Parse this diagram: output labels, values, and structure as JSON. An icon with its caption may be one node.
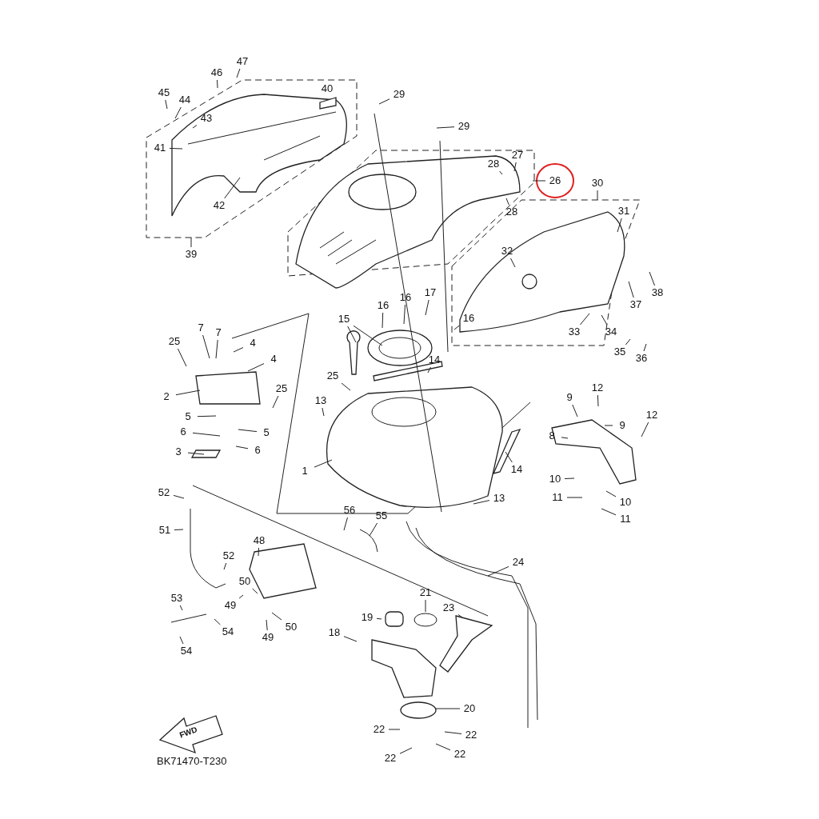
{
  "diagram": {
    "nodes": [
      {
        "text": [
          "47"
        ]
      },
      {
        "text": [
          "46"
        ]
      },
      {
        "text": [
          "45"
        ]
      },
      {
        "text": [
          "44"
        ]
      },
      {
        "text": [
          "43"
        ]
      },
      {
        "text": [
          "41"
        ]
      },
      {
        "text": [
          "42"
        ]
      },
      {
        "text": [
          "40"
        ]
      },
      {
        "text": [
          "39"
        ]
      },
      {
        "text": [
          "29"
        ]
      },
      {
        "text": [
          "29"
        ]
      },
      {
        "text": [
          "28"
        ]
      },
      {
        "text": [
          "27"
        ]
      },
      {
        "text": [
          "26"
        ]
      },
      {
        "text": [
          "28"
        ]
      },
      {
        "text": [
          "30"
        ]
      },
      {
        "text": [
          "31"
        ]
      },
      {
        "text": [
          "32"
        ]
      },
      {
        "text": [
          "38"
        ]
      },
      {
        "text": [
          "37"
        ]
      },
      {
        "text": [
          "33"
        ]
      },
      {
        "text": [
          "34"
        ]
      },
      {
        "text": [
          "35"
        ]
      },
      {
        "text": [
          "36"
        ]
      },
      {
        "text": [
          "17"
        ]
      },
      {
        "text": [
          "16"
        ]
      },
      {
        "text": [
          "16"
        ]
      },
      {
        "text": [
          "16"
        ]
      },
      {
        "text": [
          "15"
        ]
      },
      {
        "text": [
          "14"
        ]
      },
      {
        "text": [
          "4"
        ]
      },
      {
        "text": [
          "4"
        ]
      },
      {
        "text": [
          "7"
        ]
      },
      {
        "text": [
          "7"
        ]
      },
      {
        "text": [
          "25"
        ]
      },
      {
        "text": [
          "2"
        ]
      },
      {
        "text": [
          "25"
        ]
      },
      {
        "text": [
          "5"
        ]
      },
      {
        "text": [
          "6"
        ]
      },
      {
        "text": [
          "5"
        ]
      },
      {
        "text": [
          "6"
        ]
      },
      {
        "text": [
          "3"
        ]
      },
      {
        "text": [
          "25"
        ]
      },
      {
        "text": [
          "13"
        ]
      },
      {
        "text": [
          "1"
        ]
      },
      {
        "text": [
          "14"
        ]
      },
      {
        "text": [
          "13"
        ]
      },
      {
        "text": [
          "12"
        ]
      },
      {
        "text": [
          "9"
        ]
      },
      {
        "text": [
          "9"
        ]
      },
      {
        "text": [
          "8"
        ]
      },
      {
        "text": [
          "12"
        ]
      },
      {
        "text": [
          "10"
        ]
      },
      {
        "text": [
          "10"
        ]
      },
      {
        "text": [
          "11"
        ]
      },
      {
        "text": [
          "11"
        ]
      },
      {
        "text": [
          "52"
        ]
      },
      {
        "text": [
          "51"
        ]
      },
      {
        "text": [
          "56"
        ]
      },
      {
        "text": [
          "55"
        ]
      },
      {
        "text": [
          "48"
        ]
      },
      {
        "text": [
          "52"
        ]
      },
      {
        "text": [
          "53"
        ]
      },
      {
        "text": [
          "49"
        ]
      },
      {
        "text": [
          "50"
        ]
      },
      {
        "text": [
          "54"
        ]
      },
      {
        "text": [
          "49"
        ]
      },
      {
        "text": [
          "50"
        ]
      },
      {
        "text": [
          "54"
        ]
      },
      {
        "text": [
          "24"
        ]
      },
      {
        "text": [
          "21"
        ]
      },
      {
        "text": [
          "23"
        ]
      },
      {
        "text": [
          "19"
        ]
      },
      {
        "text": [
          "18"
        ]
      },
      {
        "text": [
          "20"
        ]
      },
      {
        "text": [
          "22"
        ]
      },
      {
        "text": [
          "22"
        ]
      },
      {
        "text": [
          "22"
        ]
      },
      {
        "text": [
          "22"
        ]
      }
    ],
    "edges": [
      {
        "from": 0,
        "to": null,
        "arrow": "none"
      },
      {
        "from": 1,
        "to": null,
        "arrow": "none"
      },
      {
        "from": 2,
        "to": null,
        "arrow": "none"
      },
      {
        "from": 3,
        "to": null,
        "arrow": "none"
      },
      {
        "from": 4,
        "to": null,
        "arrow": "none"
      },
      {
        "from": 5,
        "to": null,
        "arrow": "none"
      },
      {
        "from": 6,
        "to": null,
        "arrow": "none"
      },
      {
        "from": 8,
        "to": null,
        "arrow": "none"
      },
      {
        "from": 9,
        "to": null,
        "arrow": "none"
      },
      {
        "from": 10,
        "to": null,
        "arrow": "none"
      },
      {
        "from": 11,
        "to": null,
        "arrow": "none"
      },
      {
        "from": 12,
        "to": null,
        "arrow": "none"
      },
      {
        "from": 13,
        "to": null,
        "arrow": "none"
      },
      {
        "from": 14,
        "to": null,
        "arrow": "none"
      },
      {
        "from": 15,
        "to": null,
        "arrow": "none"
      },
      {
        "from": 16,
        "to": null,
        "arrow": "none"
      },
      {
        "from": 17,
        "to": null,
        "arrow": "none"
      },
      {
        "from": 18,
        "to": null,
        "arrow": "none"
      },
      {
        "from": 19,
        "to": null,
        "arrow": "none"
      },
      {
        "from": 20,
        "to": null,
        "arrow": "none"
      },
      {
        "from": 21,
        "to": null,
        "arrow": "none"
      },
      {
        "from": 22,
        "to": null,
        "arrow": "none"
      },
      {
        "from": 23,
        "to": null,
        "arrow": "none"
      },
      {
        "from": 24,
        "to": null,
        "arrow": "none"
      },
      {
        "from": 25,
        "to": null,
        "arrow": "none"
      },
      {
        "from": 26,
        "to": null,
        "arrow": "none"
      },
      {
        "from": 27,
        "to": null,
        "arrow": "none"
      },
      {
        "from": 28,
        "to": null,
        "arrow": "none"
      },
      {
        "from": 28,
        "to": null,
        "arrow": "none"
      },
      {
        "from": 29,
        "to": null,
        "arrow": "none"
      },
      {
        "from": 30,
        "to": null,
        "arrow": "none"
      },
      {
        "from": 31,
        "to": null,
        "arrow": "none"
      },
      {
        "from": 32,
        "to": null,
        "arrow": "none"
      },
      {
        "from": 33,
        "to": null,
        "arrow": "none"
      },
      {
        "from": 34,
        "to": null,
        "arrow": "none"
      },
      {
        "from": 35,
        "to": null,
        "arrow": "none"
      },
      {
        "from": 36,
        "to": null,
        "arrow": "none"
      },
      {
        "from": 37,
        "to": null,
        "arrow": "none"
      },
      {
        "from": 38,
        "to": null,
        "arrow": "none"
      },
      {
        "from": 39,
        "to": null,
        "arrow": "none"
      },
      {
        "from": 40,
        "to": null,
        "arrow": "none"
      },
      {
        "from": 41,
        "to": null,
        "arrow": "none"
      },
      {
        "from": 42,
        "to": null,
        "arrow": "none"
      },
      {
        "from": 43,
        "to": null,
        "arrow": "none"
      },
      {
        "from": 44,
        "to": null,
        "arrow": "none"
      },
      {
        "from": 45,
        "to": null,
        "arrow": "none"
      },
      {
        "from": 46,
        "to": null,
        "arrow": "none"
      },
      {
        "from": 47,
        "to": null,
        "arrow": "none"
      },
      {
        "from": 48,
        "to": null,
        "arrow": "none"
      },
      {
        "from": 49,
        "to": null,
        "arrow": "none"
      },
      {
        "from": 50,
        "to": null,
        "arrow": "none"
      },
      {
        "from": 51,
        "to": null,
        "arrow": "none"
      },
      {
        "from": 52,
        "to": null,
        "arrow": "none"
      },
      {
        "from": 53,
        "to": null,
        "arrow": "none"
      },
      {
        "from": 54,
        "to": null,
        "arrow": "none"
      },
      {
        "from": 55,
        "to": null,
        "arrow": "none"
      },
      {
        "from": 56,
        "to": null,
        "arrow": "none"
      },
      {
        "from": 57,
        "to": null,
        "arrow": "none"
      },
      {
        "from": 58,
        "to": null,
        "arrow": "none"
      },
      {
        "from": 59,
        "to": null,
        "arrow": "none"
      },
      {
        "from": 60,
        "to": null,
        "arrow": "none"
      },
      {
        "from": 61,
        "to": null,
        "arrow": "none"
      },
      {
        "from": 62,
        "to": null,
        "arrow": "none"
      },
      {
        "from": 63,
        "to": null,
        "arrow": "none"
      },
      {
        "from": 64,
        "to": null,
        "arrow": "none"
      },
      {
        "from": 65,
        "to": null,
        "arrow": "none"
      },
      {
        "from": 66,
        "to": null,
        "arrow": "none"
      },
      {
        "from": 67,
        "to": null,
        "arrow": "none"
      },
      {
        "from": 68,
        "to": null,
        "arrow": "none"
      },
      {
        "from": 69,
        "to": null,
        "arrow": "none"
      },
      {
        "from": 70,
        "to": null,
        "arrow": "none"
      },
      {
        "from": 71,
        "to": null,
        "arrow": "none"
      },
      {
        "from": 72,
        "to": null,
        "arrow": "none"
      },
      {
        "from": 73,
        "to": null,
        "arrow": "none"
      },
      {
        "from": 74,
        "to": null,
        "arrow": "none"
      },
      {
        "from": 75,
        "to": null,
        "arrow": "none"
      },
      {
        "from": 76,
        "to": null,
        "arrow": "none"
      },
      {
        "from": 77,
        "to": null,
        "arrow": "none"
      },
      {
        "from": 78,
        "to": null,
        "arrow": "none"
      }
    ],
    "labels": [
      "FWD",
      "BK71470-T230"
    ]
  }
}
